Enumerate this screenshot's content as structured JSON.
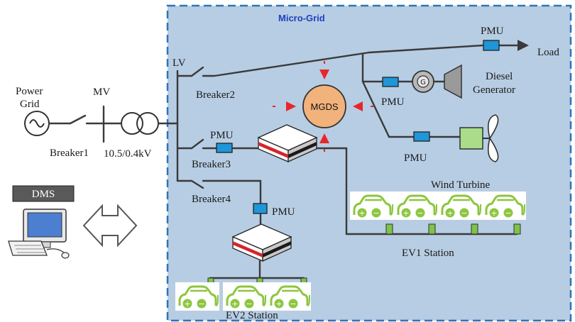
{
  "title": "Micro-Grid",
  "labels": {
    "power_grid_1": "Power",
    "power_grid_2": "Grid",
    "mv": "MV",
    "lv": "LV",
    "breaker1": "Breaker1",
    "breaker2": "Breaker2",
    "breaker3": "Breaker3",
    "breaker4": "Breaker4",
    "transformer": "10.5/0.4kV",
    "pmu": "PMU",
    "load": "Load",
    "diesel_1": "Diesel",
    "diesel_2": "Generator",
    "generator_symbol": "G",
    "wind_turbine": "Wind Turbine",
    "mgds": "MGDS",
    "ev1": "EV1 Station",
    "ev2": "EV2 Station",
    "dms": "DMS"
  },
  "colors": {
    "microgrid_fill": "#b7cde3",
    "microgrid_border": "#2e75b6",
    "pmu": "#1f96d8",
    "connector": "#7ec34a",
    "ev_icon": "#8dc63f",
    "arrows": "#e8262a",
    "dms_box": "#595959"
  },
  "icons": [
    "ac-source-icon",
    "transformer-icon",
    "generator-icon",
    "diesel-engine-icon",
    "wind-turbine-icon",
    "router-icon",
    "ev-car-icon",
    "computer-icon",
    "double-arrow-icon"
  ]
}
